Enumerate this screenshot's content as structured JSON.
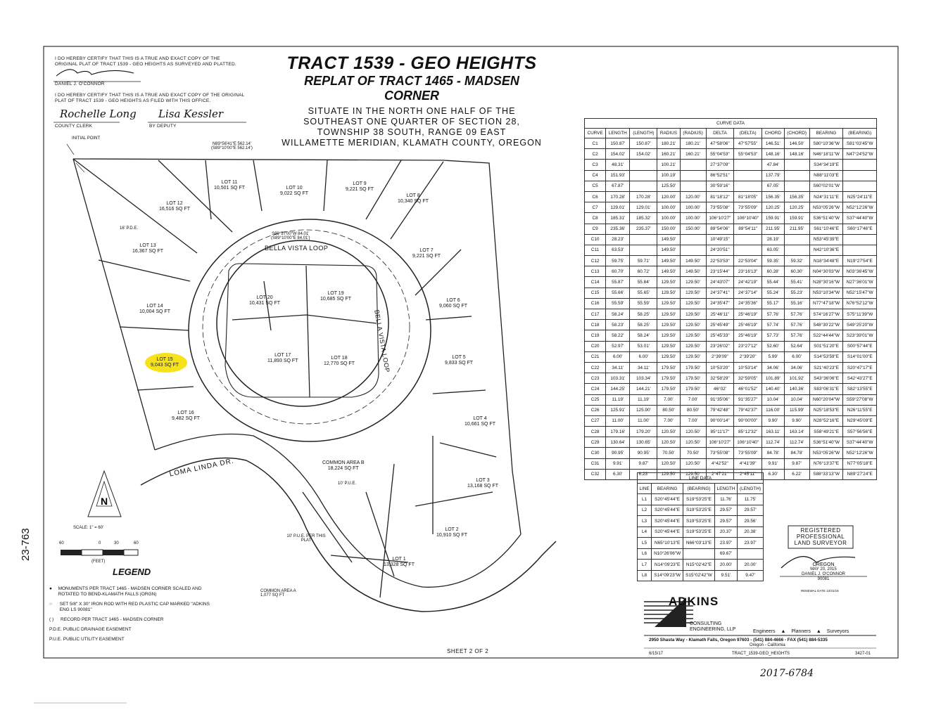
{
  "certification": {
    "line1": "I DO HEREBY CERTIFY THAT THIS IS A TRUE AND EXACT COPY OF THE",
    "line2": "ORIGINAL PLAT OF TRACT 1539 - GEO HEIGHTS AS SURVEYED AND PLATTED.",
    "surveyor_name": "DANIEL J. O'CONNOR",
    "line3": "I DO HEREBY CERTIFY THAT THIS IS A TRUE AND EXACT COPY OF THE ORIGINAL",
    "line4": "PLAT OF TRACT 1539 - GEO HEIGHTS AS FILED WITH THIS OFFICE.",
    "clerk_signature": "Rochelle Long",
    "deputy_signature": "Lisa Kessler",
    "clerk_label": "COUNTY CLERK",
    "deputy_label": "BY DEPUTY"
  },
  "title": {
    "main": "TRACT 1539 - GEO HEIGHTS",
    "sub": "REPLAT OF TRACT 1465 - MADSEN CORNER",
    "situate": [
      "SITUATE IN THE NORTH ONE HALF OF THE",
      "SOUTHEAST ONE QUARTER OF SECTION 28,",
      "TOWNSHIP 38 SOUTH, RANGE 09 EAST",
      "WILLAMETTE MERIDIAN, KLAMATH COUNTY, OREGON"
    ]
  },
  "map": {
    "initial_point": "INITIAL POINT",
    "north_bearing": "N89°56'41\"E 562.14'",
    "north_record": "(S89°10'00\"E 562.14')",
    "road1": "BELLA VISTA LOOP",
    "road2": "BELLA VISTA LOOP",
    "road3": "LOMA LINDA DR.",
    "inner_bearing": "S89°57'00\"W 84.01'",
    "inner_record": "(S89°10'00\"E 84.01')",
    "pue": "16' P.D.E.",
    "pue10": "10' P.U.E.",
    "pue10_plat": "10' P.U.E. PER THIS PLAT",
    "common_area_a": "COMMON AREA A 1,077 SQ FT",
    "lots": [
      {
        "name": "LOT 1",
        "area": "13,328 SQ FT"
      },
      {
        "name": "LOT 2",
        "area": "10,910 SQ FT"
      },
      {
        "name": "LOT 3",
        "area": "13,168 SQ FT"
      },
      {
        "name": "LOT 4",
        "area": "10,661 SQ FT"
      },
      {
        "name": "LOT 5",
        "area": "9,833 SQ FT"
      },
      {
        "name": "LOT 6",
        "area": "9,060 SQ FT"
      },
      {
        "name": "LOT 7",
        "area": "9,221 SQ FT"
      },
      {
        "name": "LOT 8",
        "area": "10,340 SQ FT"
      },
      {
        "name": "LOT 9",
        "area": "9,221 SQ FT"
      },
      {
        "name": "LOT 10",
        "area": "9,022 SQ FT"
      },
      {
        "name": "LOT 11",
        "area": "10,501 SQ FT"
      },
      {
        "name": "LOT 12",
        "area": "16,516 SQ FT"
      },
      {
        "name": "LOT 13",
        "area": "16,367 SQ FT"
      },
      {
        "name": "LOT 14",
        "area": "10,004 SQ FT"
      },
      {
        "name": "LOT 15",
        "area": "9,043 SQ FT"
      },
      {
        "name": "LOT 16",
        "area": "9,482 SQ FT"
      },
      {
        "name": "LOT 17",
        "area": "11,893 SQ FT"
      },
      {
        "name": "LOT 18",
        "area": "12,770 SQ FT"
      },
      {
        "name": "LOT 19",
        "area": "10,685 SQ FT"
      },
      {
        "name": "LOT 20",
        "area": "10,431 SQ FT"
      },
      {
        "name": "COMMON AREA B",
        "area": "18,224 SQ FT"
      }
    ],
    "highlight_color": "#f7e21a"
  },
  "scale": {
    "label": "SCALE: 1\" = 60'",
    "ticks": [
      "60",
      "0",
      "30",
      "60"
    ],
    "unit": "(FEET)"
  },
  "legend": {
    "title": "LEGEND",
    "items": [
      "MONUMENTS PER TRACT 1465 - MADSEN CORNER SCALED AND ROTATED TO BEND-KLAMATH FALLS (ORGN)",
      "SET 5/8\" X 30\" IRON ROD WITH RED PLASTIC CAP MARKED \"ADKINS ENG LS 90081\"",
      "RECORD PER TRACT 1465 - MADSEN CORNER",
      "P.D.E. PUBLIC DRAINAGE EASEMENT",
      "P.U.E. PUBLIC UTILITY EASEMENT"
    ],
    "symbols": [
      "●",
      "○",
      "( )",
      "",
      ""
    ]
  },
  "curve_data": {
    "title": "CURVE DATA",
    "headers": [
      "CURVE",
      "LENGTH",
      "(LENGTH)",
      "RADIUS",
      "(RADIUS)",
      "DELTA",
      "(DELTA)",
      "CHORD",
      "(CHORD)",
      "BEARING",
      "(BEARING)"
    ],
    "rows": [
      [
        "C1",
        "150.87'",
        "150.87'",
        "180.21'",
        "180.21'",
        "47°58'06\"",
        "47°57'55\"",
        "146.51'",
        "146.50'",
        "S80°10'36\"W",
        "S81°03'45\"W"
      ],
      [
        "C2",
        "154.02'",
        "154.02'",
        "160.21'",
        "160.21'",
        "55°04'53\"",
        "55°04'53\"",
        "148.16'",
        "148.16'",
        "N46°18'11\"W",
        "N47°24'52\"W"
      ],
      [
        "C3",
        "48.31'",
        "",
        "100.21'",
        "",
        "27°37'09\"",
        "",
        "47.84'",
        "",
        "S34°34'19\"E",
        ""
      ],
      [
        "C4",
        "151.93'",
        "",
        "100.19'",
        "",
        "86°52'51\"",
        "",
        "137.79'",
        "",
        "N88°11'03\"E",
        ""
      ],
      [
        "C5",
        "67.87'",
        "",
        "125.50'",
        "",
        "30°59'16\"",
        "",
        "67.05'",
        "",
        "S60°02'01\"W",
        ""
      ],
      [
        "C6",
        "170.28'",
        "170.28'",
        "120.00'",
        "120.00'",
        "81°18'12\"",
        "81°18'05\"",
        "156.35'",
        "156.35'",
        "N24°31'11\"E",
        "N25°24'11\"E"
      ],
      [
        "C7",
        "129.01'",
        "129.01'",
        "100.00'",
        "100.00'",
        "73°55'08\"",
        "73°55'09\"",
        "120.25'",
        "120.25'",
        "N53°05'26\"W",
        "N52°12'26\"W"
      ],
      [
        "C8",
        "185.31'",
        "185.32'",
        "100.00'",
        "100.00'",
        "106°10'27\"",
        "106°10'40\"",
        "159.91'",
        "159.91'",
        "S36°51'40\"W",
        "S37°44'40\"W"
      ],
      [
        "C9",
        "235.36'",
        "235.37'",
        "150.00'",
        "150.00'",
        "89°54'06\"",
        "89°54'11\"",
        "211.95'",
        "211.95'",
        "S61°10'46\"E",
        "S60°17'46\"E"
      ],
      [
        "C10",
        "28.23'",
        "",
        "149.50'",
        "",
        "10°49'15\"",
        "",
        "28.19'",
        "",
        "N53°45'39\"E",
        ""
      ],
      [
        "C11",
        "63.53'",
        "",
        "149.50'",
        "",
        "24°20'51\"",
        "",
        "63.05'",
        "",
        "N42°10'36\"E",
        ""
      ],
      [
        "C12",
        "59.75'",
        "59.71'",
        "149.50'",
        "149.50'",
        "22°53'53\"",
        "22°53'04\"",
        "59.35'",
        "59.32'",
        "N18°34'48\"E",
        "N19°27'54\"E"
      ],
      [
        "C13",
        "60.70'",
        "60.72'",
        "149.50'",
        "149.50'",
        "23°15'44\"",
        "23°16'13\"",
        "60.28'",
        "60.30'",
        "N04°30'03\"W",
        "N03°36'45\"W"
      ],
      [
        "C14",
        "55.87'",
        "55.84'",
        "129.50'",
        "129.50'",
        "24°43'07\"",
        "24°42'19\"",
        "55.44'",
        "55.41'",
        "N28°30'16\"W",
        "N27°36'01\"W"
      ],
      [
        "C15",
        "55.66'",
        "55.65'",
        "129.50'",
        "129.50'",
        "24°37'41\"",
        "24°37'14\"",
        "55.24'",
        "55.23'",
        "N53°10'34\"W",
        "N52°15'47\"W"
      ],
      [
        "C16",
        "55.59'",
        "55.59'",
        "129.50'",
        "129.50'",
        "24°35'47\"",
        "24°35'36\"",
        "55.17'",
        "55.16'",
        "N77°47'18\"W",
        "N76°52'12\"W"
      ],
      [
        "C17",
        "58.24'",
        "58.25'",
        "129.50'",
        "129.50'",
        "25°46'11\"",
        "25°46'19\"",
        "57.76'",
        "57.76'",
        "S74°16'27\"W",
        "S75°11'39\"W"
      ],
      [
        "C18",
        "58.23'",
        "58.25'",
        "129.50'",
        "129.50'",
        "25°45'49\"",
        "25°46'19\"",
        "57.74'",
        "57.76'",
        "S48°30'22\"W",
        "S49°25'20\"W"
      ],
      [
        "C19",
        "58.22'",
        "58.24'",
        "129.50'",
        "129.50'",
        "25°45'33\"",
        "25°46'19\"",
        "57.73'",
        "57.76'",
        "S22°44'44\"W",
        "S23°39'01\"W"
      ],
      [
        "C20",
        "52.97'",
        "53.01'",
        "129.50'",
        "129.50'",
        "23°26'02\"",
        "23°27'12\"",
        "52.60'",
        "52.64'",
        "S01°51'20\"E",
        "S00°57'44\"E"
      ],
      [
        "C21",
        "6.00'",
        "6.00'",
        "129.50'",
        "129.50'",
        "2°39'09\"",
        "2°39'20\"",
        "5.99'",
        "6.00'",
        "S14°53'59\"E",
        "S14°01'00\"E"
      ],
      [
        "C22",
        "34.11'",
        "34.11'",
        "179.50'",
        "179.50'",
        "10°53'20\"",
        "10°53'14\"",
        "34.06'",
        "34.06'",
        "S21°40'23\"E",
        "S20°47'17\"E"
      ],
      [
        "C23",
        "103.31'",
        "103.34'",
        "179.50'",
        "179.50'",
        "32°58'29\"",
        "32°59'05\"",
        "101.89'",
        "101.92'",
        "S43°36'06\"E",
        "S42°43'27\"E"
      ],
      [
        "C24",
        "144.25'",
        "144.21'",
        "179.50'",
        "179.50'",
        "46°02'",
        "46°01'52\"",
        "140.40'",
        "140.36'",
        "S83°06'31\"E",
        "S82°13'55\"E"
      ],
      [
        "C25",
        "11.19'",
        "11.19'",
        "7.00'",
        "7.00'",
        "91°35'06\"",
        "91°35'27\"",
        "10.04'",
        "10.04'",
        "N60°20'04\"W",
        "S59°27'08\"W"
      ],
      [
        "C26",
        "125.91'",
        "125.90'",
        "80.50'",
        "80.50'",
        "79°42'48\"",
        "79°42'37\"",
        "116.00'",
        "115.99'",
        "N25°18'53\"E",
        "N26°11'55\"E"
      ],
      [
        "C27",
        "11.00'",
        "11.00'",
        "7.00'",
        "7.00'",
        "90°00'14\"",
        "90°00'00\"",
        "9.90'",
        "9.90'",
        "N28°52'16\"E",
        "N29°45'09\"E"
      ],
      [
        "C28",
        "179.16'",
        "179.20'",
        "120.50'",
        "120.50'",
        "85°11'17\"",
        "85°12'32\"",
        "163.11'",
        "163.14'",
        "S58°49'21\"E",
        "S57°56'56\"E"
      ],
      [
        "C29",
        "130.64'",
        "130.65'",
        "120.50'",
        "120.50'",
        "106°10'27\"",
        "106°10'40\"",
        "112.74'",
        "112.74'",
        "S36°51'40\"W",
        "S37°44'40\"W"
      ],
      [
        "C30",
        "90.95'",
        "90.95'",
        "70.50'",
        "70.50'",
        "73°55'08\"",
        "73°55'09\"",
        "84.78'",
        "84.78'",
        "N53°05'26\"W",
        "N52°12'26\"W"
      ],
      [
        "C31",
        "9.91'",
        "9.87'",
        "120.50'",
        "120.50'",
        "4°42'52\"",
        "4°41'39\"",
        "9.91'",
        "9.87'",
        "N76°13'37\"E",
        "N77°05'18\"E"
      ],
      [
        "C32",
        "6.30'",
        "6.23'",
        "129.50'",
        "129.50'",
        "2°47'21\"",
        "2°45'11\"",
        "6.30'",
        "6.22'",
        "S88°33'13\"W",
        "N89°27'24\"E"
      ]
    ]
  },
  "line_data": {
    "title": "LINE DATA",
    "headers": [
      "LINE",
      "BEARING",
      "(BEARING)",
      "LENGTH",
      "(LENGTH)"
    ],
    "rows": [
      [
        "L1",
        "S20°45'44\"E",
        "S19°53'25\"E",
        "11.76'",
        "11.75'"
      ],
      [
        "L2",
        "S20°45'44\"E",
        "S19°53'25\"E",
        "29.57'",
        "29.57'"
      ],
      [
        "L3",
        "S20°45'44\"E",
        "S19°53'25\"E",
        "29.57'",
        "29.56'"
      ],
      [
        "L4",
        "S20°45'44\"E",
        "S19°53'25\"E",
        "20.37'",
        "20.38'"
      ],
      [
        "L5",
        "N65°10'13\"E",
        "N66°03'13\"E",
        "23.97'",
        "23.97'"
      ],
      [
        "L6",
        "N10°26'06\"W",
        "",
        "69.67'",
        ""
      ],
      [
        "L7",
        "N14°09'23\"E",
        "N15°02'42\"E",
        "20.00'",
        "20.00'"
      ],
      [
        "L8",
        "S14°09'23\"W",
        "S15°02'42\"W",
        "9.51'",
        "9.47'"
      ]
    ]
  },
  "surveyor_stamp": {
    "header": [
      "REGISTERED",
      "PROFESSIONAL",
      "LAND SURVEYOR"
    ],
    "state": "OREGON",
    "date": "MAY 20, 2015",
    "name": "DANIEL J. O'CONNOR",
    "number": "90081",
    "renewal": "RENEWAL DATE 12/31/18"
  },
  "company": {
    "name": "ADKINS",
    "sub1": "CONSULTING",
    "sub2": "ENGINEERING, LLP",
    "disciplines": "Engineers  ▲  Planners  ▲  Surveyors",
    "address": "2950 Shasta Way - Klamath Falls, Oregon 97603 - (541) 884-4666 - FAX (541) 884-5335",
    "address2": "Oregon - California"
  },
  "footer": {
    "sheet": "SHEET 2 OF 2",
    "date": "6/15/17",
    "file": "TRACT_1539-GEO_HEIGHTS",
    "job": "3427-01",
    "side_number": "23-763",
    "recording": "2017-6784"
  }
}
